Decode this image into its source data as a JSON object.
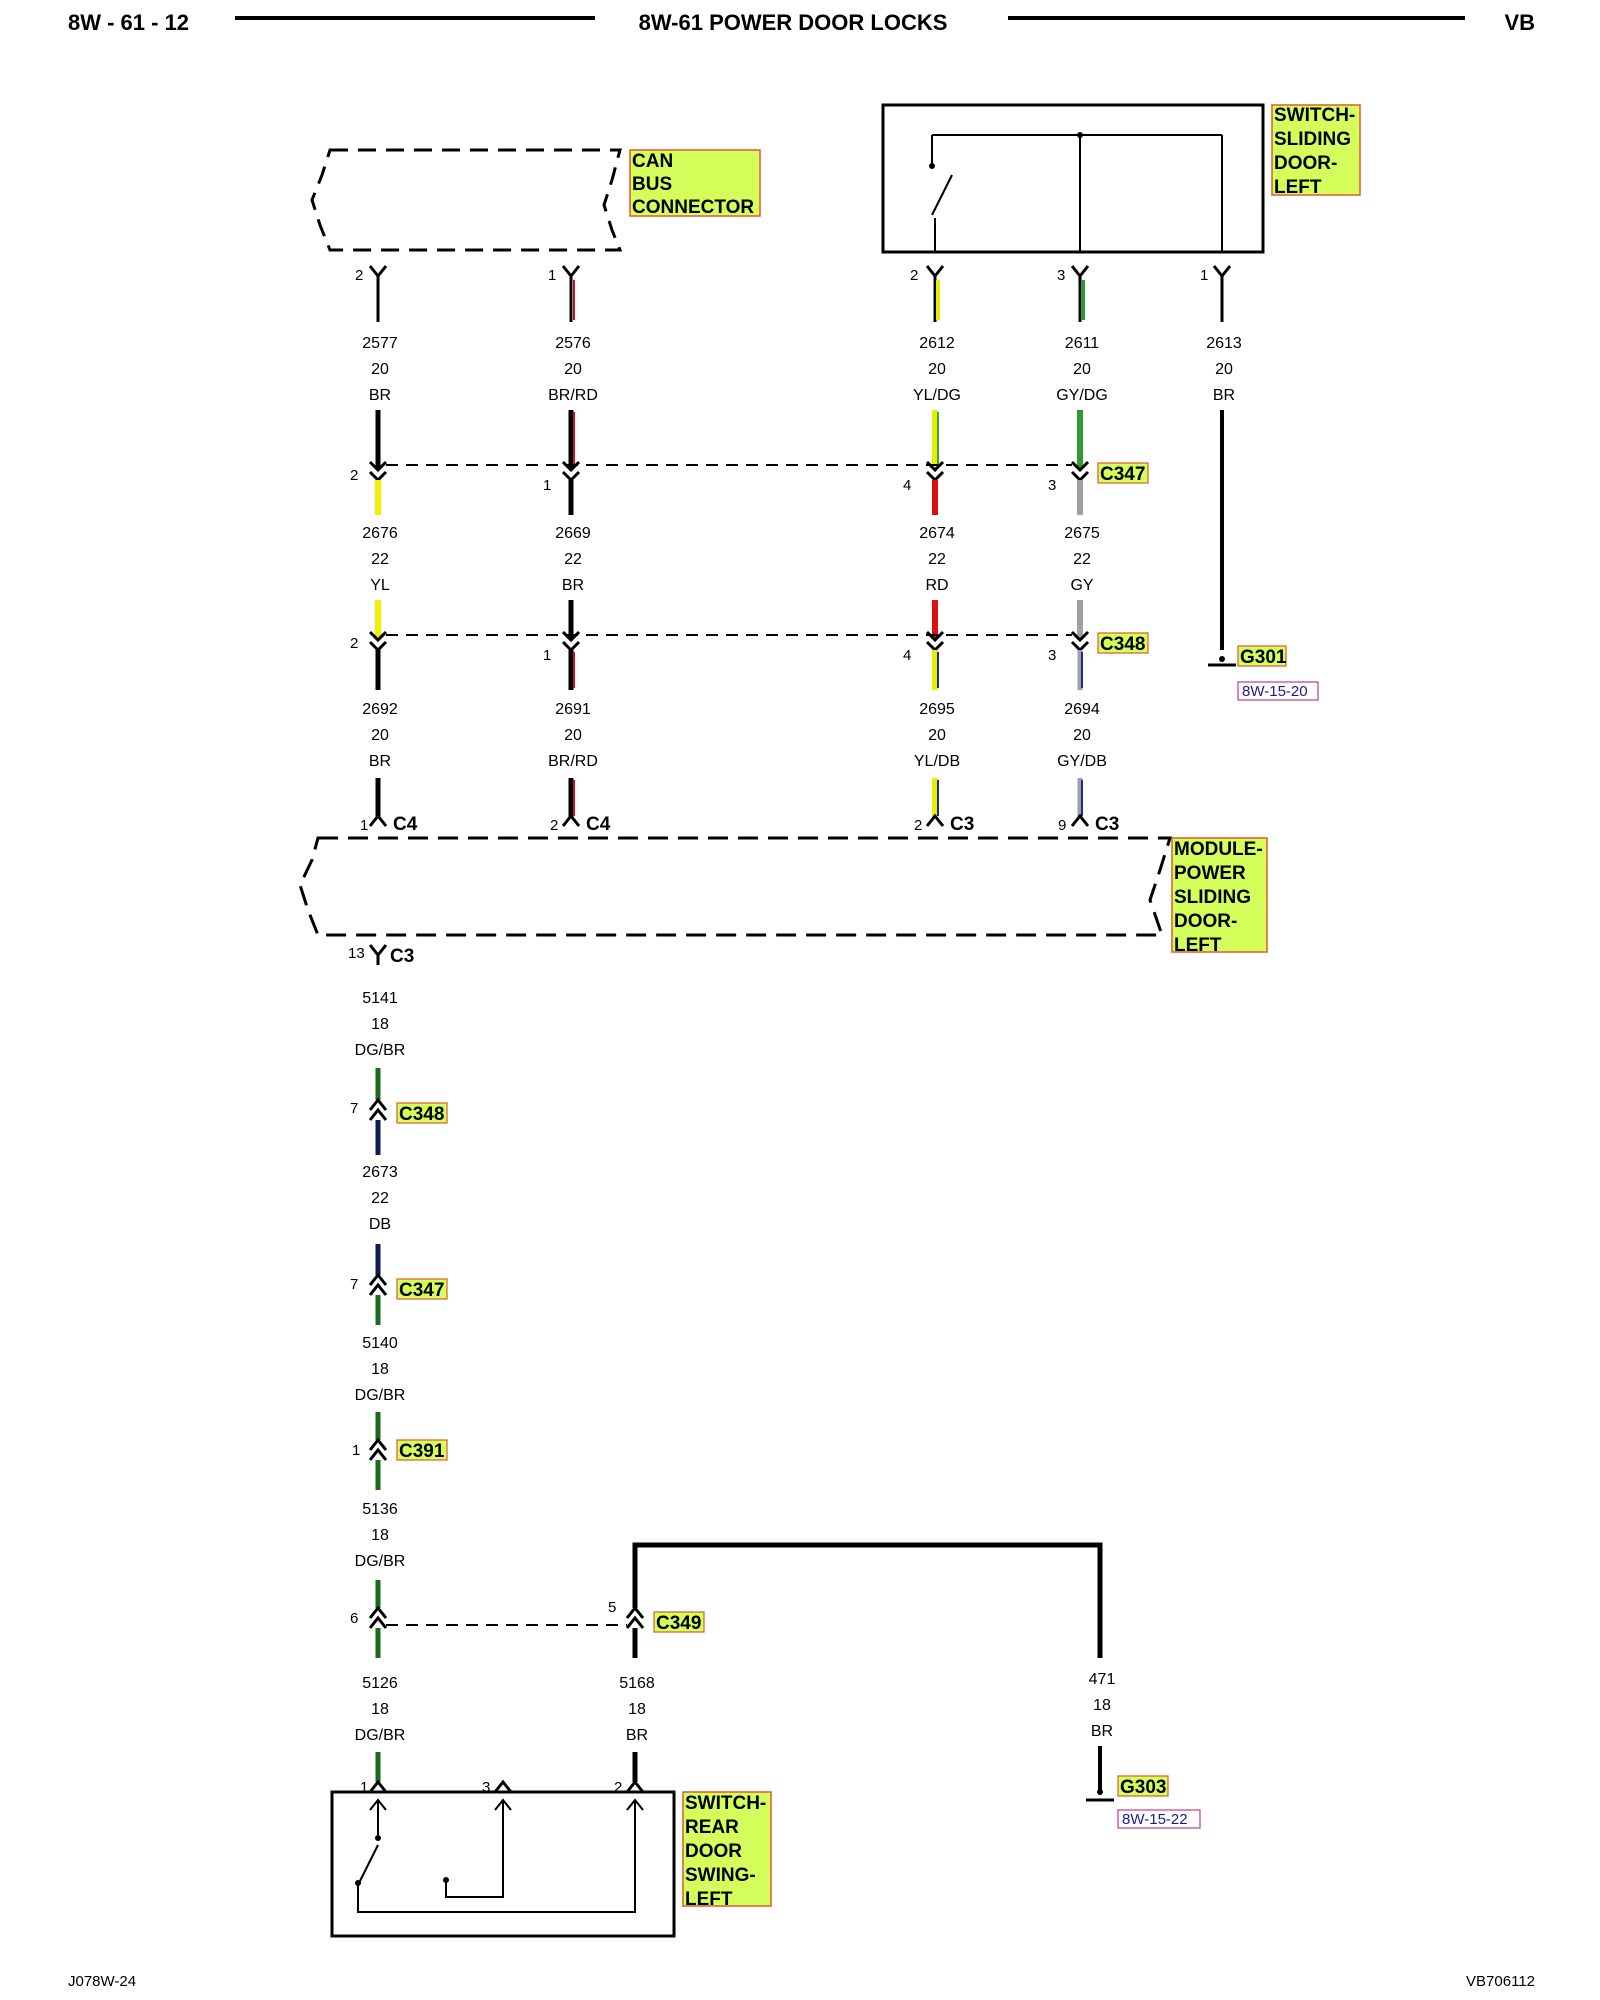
{
  "header": {
    "page": "8W - 61 - 12",
    "title": "8W-61 POWER DOOR LOCKS",
    "code": "VB"
  },
  "footer": {
    "left": "J078W-24",
    "right": "VB706112"
  },
  "colors": {
    "highlight": "#d4ff5a",
    "highlight_border": "#e05a2a",
    "ref": "#1a1a8c"
  },
  "components": {
    "can_bus": [
      "CAN",
      "BUS",
      "CONNECTOR"
    ],
    "switch_sliding": [
      "SWITCH-",
      "SLIDING",
      "DOOR-",
      "LEFT"
    ],
    "module": [
      "MODULE-",
      "POWER",
      "SLIDING",
      "DOOR-",
      "LEFT"
    ],
    "switch_rear": [
      "SWITCH-",
      "REAR",
      "DOOR",
      "SWING-",
      "LEFT"
    ]
  },
  "connectors": {
    "c347": "C347",
    "c348": "C348",
    "c3": "C3",
    "c4": "C4",
    "c391": "C391",
    "c349": "C349",
    "g301": "G301",
    "g303": "G303"
  },
  "refs": {
    "g301": "8W-15-20",
    "g303": "8W-15-22"
  },
  "wires": {
    "w2577": {
      "circuit": "2577",
      "gauge": "20",
      "color": "BR"
    },
    "w2576": {
      "circuit": "2576",
      "gauge": "20",
      "color": "BR/RD"
    },
    "w2612": {
      "circuit": "2612",
      "gauge": "20",
      "color": "YL/DG"
    },
    "w2611": {
      "circuit": "2611",
      "gauge": "20",
      "color": "GY/DG"
    },
    "w2613": {
      "circuit": "2613",
      "gauge": "20",
      "color": "BR"
    },
    "w2676": {
      "circuit": "2676",
      "gauge": "22",
      "color": "YL"
    },
    "w2669": {
      "circuit": "2669",
      "gauge": "22",
      "color": "BR"
    },
    "w2674": {
      "circuit": "2674",
      "gauge": "22",
      "color": "RD"
    },
    "w2675": {
      "circuit": "2675",
      "gauge": "22",
      "color": "GY"
    },
    "w2692": {
      "circuit": "2692",
      "gauge": "20",
      "color": "BR"
    },
    "w2691": {
      "circuit": "2691",
      "gauge": "20",
      "color": "BR/RD"
    },
    "w2695": {
      "circuit": "2695",
      "gauge": "20",
      "color": "YL/DB"
    },
    "w2694": {
      "circuit": "2694",
      "gauge": "20",
      "color": "GY/DB"
    },
    "w5141": {
      "circuit": "5141",
      "gauge": "18",
      "color": "DG/BR"
    },
    "w2673": {
      "circuit": "2673",
      "gauge": "22",
      "color": "DB"
    },
    "w5140": {
      "circuit": "5140",
      "gauge": "18",
      "color": "DG/BR"
    },
    "w5136": {
      "circuit": "5136",
      "gauge": "18",
      "color": "DG/BR"
    },
    "w5126": {
      "circuit": "5126",
      "gauge": "18",
      "color": "DG/BR"
    },
    "w5168": {
      "circuit": "5168",
      "gauge": "18",
      "color": "BR"
    },
    "w471": {
      "circuit": "471",
      "gauge": "18",
      "color": "BR"
    }
  },
  "pins": {
    "canb_2": "2",
    "canb_1": "1",
    "sw_2": "2",
    "sw_3": "3",
    "sw_1": "1",
    "c347_2": "2",
    "c347_1": "1",
    "c347_4": "4",
    "c347_3": "3",
    "c348_2": "2",
    "c348_1": "1",
    "c348_4": "4",
    "c348_3": "3",
    "mod_c4_1": "1",
    "mod_c4_2": "2",
    "mod_c3_2": "2",
    "mod_c3_9": "9",
    "mod_c3_13": "13",
    "c348_7": "7",
    "c347_7": "7",
    "c391_1": "1",
    "c349_6": "6",
    "c349_5": "5",
    "rear_1": "1",
    "rear_3": "3",
    "rear_2": "2"
  }
}
